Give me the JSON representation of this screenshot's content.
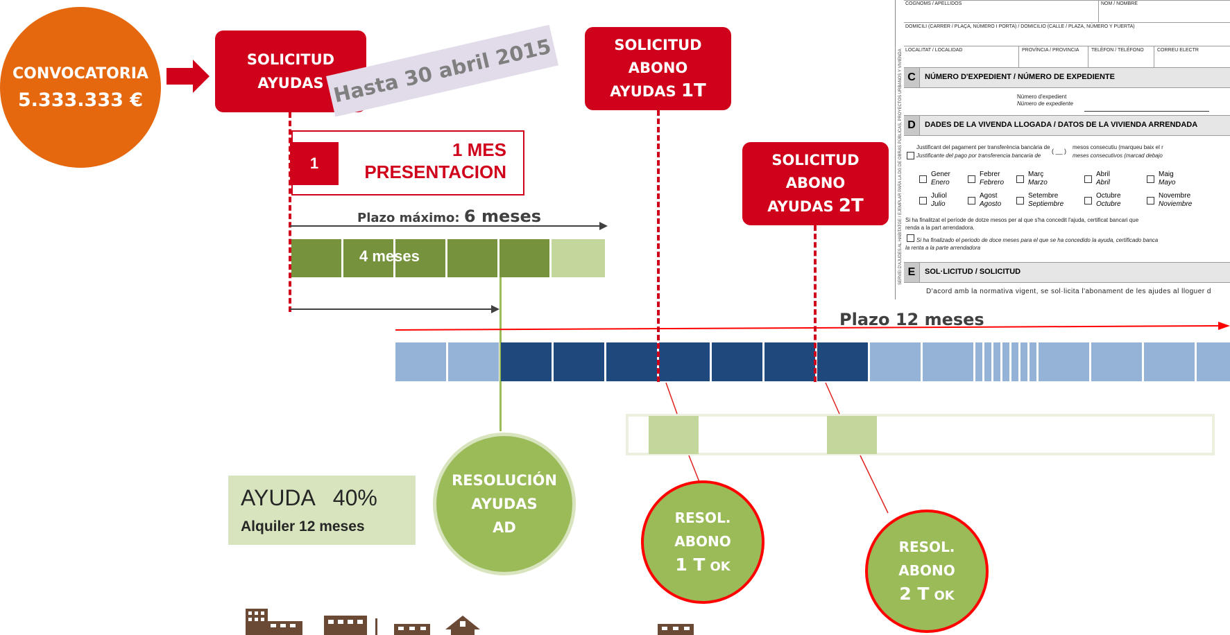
{
  "convocatoria": {
    "title": "CONVOCATORIA",
    "amount": "5.333.333 €"
  },
  "solicitud_ayudas": {
    "line1": "SOLICITUD",
    "line2": "AYUDAS"
  },
  "hasta_banner": "Hasta 30 abril 2015",
  "mes_presentacion": {
    "number": "1",
    "line1": "1 MES",
    "line2": "PRESENTACION"
  },
  "plazo_maximo": {
    "label": "Plazo máximo:",
    "value": "6 meses"
  },
  "cuatro_meses": "4 meses",
  "solicitud_1t": {
    "line1": "SOLICITUD",
    "line2": "ABONO",
    "line3": "AYUDAS",
    "suffix": "1T"
  },
  "solicitud_2t": {
    "line1": "SOLICITUD",
    "line2": "ABONO",
    "line3": "AYUDAS",
    "suffix": "2T"
  },
  "plazo_12": "Plazo 12 meses",
  "ayuda_box": {
    "line1": "AYUDA   40%",
    "line2": "Alquiler 12 meses"
  },
  "resolucion": {
    "line1": "RESOLUCIÓN",
    "line2": "AYUDAS",
    "line3": "AD"
  },
  "resol_1t": {
    "line1": "RESOL.",
    "line2": "ABONO",
    "line3": "1 T",
    "suffix": "OK"
  },
  "resol_2t": {
    "line1": "RESOL.",
    "line2": "ABONO",
    "line3": "2 T",
    "suffix": "OK"
  },
  "form": {
    "top_label_1": "COGNOMS / APELLIDOS",
    "top_label_2": "NOM / NOMBRE",
    "domicili": "DOMICILI (CARRER / PLAÇA, NÚMERO I PORTA) / DOMICILIO (CALLE / PLAZA, NÚMERO Y PUERTA)",
    "localitat": "LOCALITAT / LOCALIDAD",
    "provincia": "PROVÍNCIA / PROVINCIA",
    "telefon": "TELÈFON / TELÉFONO",
    "correu": "CORREU ELECTR",
    "section_c_letter": "C",
    "section_c_title": "NÚMERO D'EXPEDIENT / NÚMERO DE EXPEDIENTE",
    "expedient_1": "Número d'expedient",
    "expedient_2": "Número de expediente",
    "section_d_letter": "D",
    "section_d_title": "DADES DE LA VIVENDA LLOGADA / DATOS DE LA VIVIENDA ARRENDADA",
    "justificant_1": "Justificant del pagament per transferència bancària de",
    "justificant_2": "Justificante del pago por transferencia bancaria de",
    "paren": "( __ )",
    "mesos_1": "mesos consecutiu (marqueu baix el r",
    "mesos_2": "meses consecutivos (marcad debajo",
    "months_row1": [
      {
        "ca": "Gener",
        "es": "Enero"
      },
      {
        "ca": "Febrer",
        "es": "Febrero"
      },
      {
        "ca": "Març",
        "es": "Marzo"
      },
      {
        "ca": "Abril",
        "es": "Abril"
      },
      {
        "ca": "Maig",
        "es": "Mayo"
      }
    ],
    "months_row2": [
      {
        "ca": "Juliol",
        "es": "Julio"
      },
      {
        "ca": "Agost",
        "es": "Agosto"
      },
      {
        "ca": "Setembre",
        "es": "Septiembre"
      },
      {
        "ca": "Octubre",
        "es": "Octubre"
      },
      {
        "ca": "Novembre",
        "es": "Noviembre"
      }
    ],
    "finalitzat_1": "Si ha finalitzat el període de dotze mesos per al que s'ha concedit l'ajuda, certificat bancari que",
    "finalitzat_2": "renda a la part arrendadora.",
    "finalizado_1": "Si ha finalizado el periodo de doce meses para el que se ha concedido la ayuda, certificado banca",
    "finalizado_2": "la renta a la parte arrendadora",
    "section_e_letter": "E",
    "section_e_title": "SOL·LICITUD / SOLICITUD",
    "acord": "D'acord amb la normativa vigent, se sol·licita l'abonament de les ajudes al lloguer d",
    "side_text": "SERVEI D'AJUDES AL HABITATGE / EJEMPLAR PARA LA DG DE OBRAS PÚBLICAS, PROYECTOS URBANOS Y VIVIENDA"
  },
  "colors": {
    "red": "#d0021b",
    "orange": "#e5680f",
    "green_dark": "#76923c",
    "green_light": "#c3d69b",
    "green_circle": "#9bbb59",
    "blue_dark": "#1f497d",
    "blue_light": "#95b3d7",
    "brown_icon": "#6b4a35"
  }
}
